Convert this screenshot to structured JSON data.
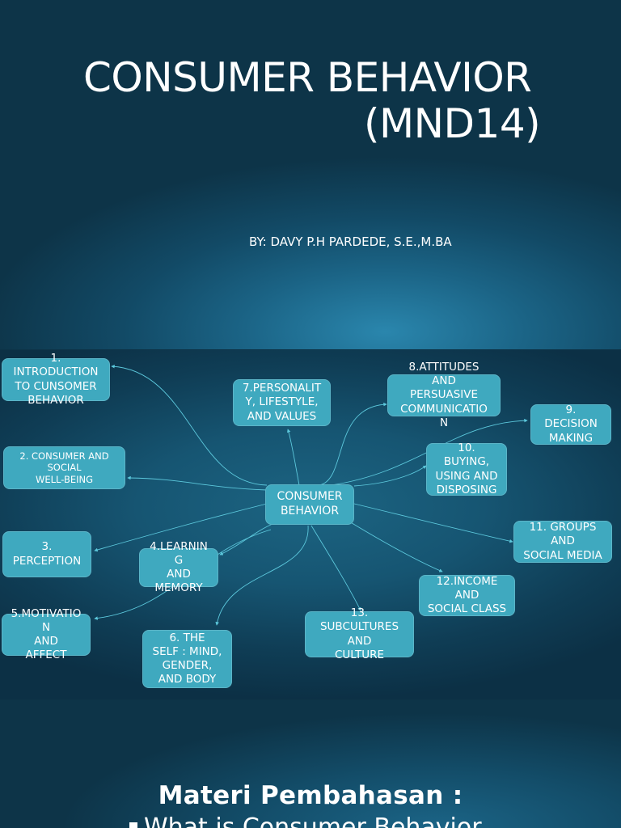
{
  "slide1": {
    "title_line1": "CONSUMER BEHAVIOR",
    "title_line2": "(MND14)",
    "byline": "BY: DAVY P.H PARDEDE, S.E.,M.BA"
  },
  "diagram": {
    "center": "CONSUMER\nBEHAVIOR",
    "nodes": [
      "1.\nINTRODUCTION\nTO CUNSOMER\nBEHAVIOR",
      "2. CONSUMER AND\nSOCIAL\nWELL-BEING",
      "3.\nPERCEPTION",
      "4.LEARNIN\nG\nAND\nMEMORY",
      "5.MOTIVATIO\nN\nAND\nAFFECT",
      "6. THE\nSELF : MIND,\nGENDER,\nAND BODY",
      "7.PERSONALIT\nY, LIFESTYLE,\nAND VALUES",
      "8.ATTITUDES\nAND\nPERSUASIVE\nCOMMUNICATIO\nN",
      "9.\nDECISION\nMAKING",
      "10.\nBUYING,\nUSING AND\nDISPOSING",
      "11. GROUPS\nAND\nSOCIAL MEDIA",
      "12.INCOME\nAND\nSOCIAL CLASS",
      "13.\nSUBCULTURES\nAND\nCULTURE"
    ]
  },
  "slide3": {
    "title": "Materi Pembahasan :",
    "item": "What is Consumer Behavior"
  },
  "colors": {
    "node_fill": "#3fa9bf",
    "connector": "#5cc8dc",
    "background": "#0d3347"
  }
}
